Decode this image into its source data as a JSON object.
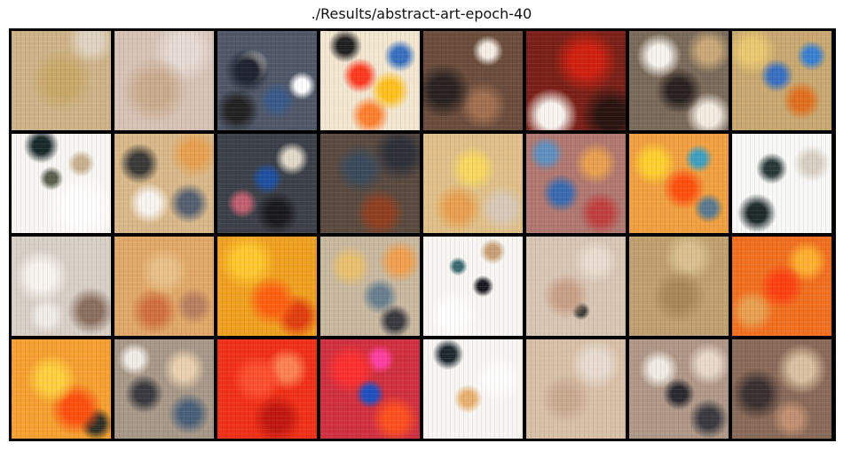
{
  "figure": {
    "title": "./Results/abstract-art-epoch-40"
  },
  "tiles": [
    {
      "base": "#cdb387",
      "blobs": [
        [
          "#c8a868",
          50,
          50,
          45
        ],
        [
          "#e0d2c0",
          80,
          10,
          20
        ]
      ]
    },
    {
      "base": "#d7c3b6",
      "blobs": [
        [
          "#c9ab8e",
          40,
          60,
          40
        ],
        [
          "#e6dbd4",
          70,
          20,
          30
        ]
      ]
    },
    {
      "base": "#505868",
      "blobs": [
        [
          "#1f2430",
          30,
          40,
          25
        ],
        [
          "#f5f1e8",
          35,
          35,
          18
        ],
        [
          "#ffffff",
          85,
          55,
          14
        ],
        [
          "#3a5a8a",
          60,
          70,
          20
        ],
        [
          "#222",
          20,
          80,
          20
        ]
      ]
    },
    {
      "base": "#f2e6d0",
      "blobs": [
        [
          "#ff3a20",
          40,
          45,
          22
        ],
        [
          "#ffc020",
          70,
          60,
          22
        ],
        [
          "#3a70c0",
          80,
          25,
          15
        ],
        [
          "#222",
          25,
          15,
          15
        ],
        [
          "#ff8030",
          50,
          85,
          20
        ]
      ]
    },
    {
      "base": "#6b4d3d",
      "blobs": [
        [
          "#f3ede4",
          65,
          20,
          15
        ],
        [
          "#2a2220",
          20,
          60,
          28
        ],
        [
          "#a07050",
          60,
          75,
          25
        ]
      ]
    },
    {
      "base": "#7a2018",
      "blobs": [
        [
          "#d02010",
          60,
          30,
          35
        ],
        [
          "#f8f3ee",
          25,
          85,
          24
        ],
        [
          "#2a1410",
          85,
          85,
          25
        ]
      ]
    },
    {
      "base": "#7a6a5a",
      "blobs": [
        [
          "#f6f2ed",
          30,
          25,
          22
        ],
        [
          "#2a2220",
          50,
          60,
          30
        ],
        [
          "#c9a878",
          80,
          20,
          20
        ],
        [
          "#f3ebe0",
          80,
          85,
          20
        ]
      ]
    },
    {
      "base": "#c8a870",
      "blobs": [
        [
          "#3a70c0",
          45,
          45,
          22
        ],
        [
          "#e07020",
          70,
          70,
          20
        ],
        [
          "#e8c870",
          20,
          20,
          22
        ],
        [
          "#3a80d0",
          80,
          25,
          14
        ]
      ]
    },
    {
      "base": "#f8f6f2",
      "blobs": [
        [
          "#1a2a2a",
          30,
          12,
          16
        ],
        [
          "#5a6050",
          40,
          45,
          15
        ],
        [
          "#c8b090",
          70,
          30,
          14
        ],
        [
          "#ffffff",
          70,
          75,
          35
        ]
      ]
    },
    {
      "base": "#d8b88a",
      "blobs": [
        [
          "#f8f4ef",
          35,
          70,
          22
        ],
        [
          "#3a3a38",
          25,
          30,
          20
        ],
        [
          "#e6a050",
          80,
          20,
          22
        ],
        [
          "#556070",
          75,
          70,
          20
        ]
      ]
    },
    {
      "base": "#3c4048",
      "blobs": [
        [
          "#2050a0",
          50,
          45,
          22
        ],
        [
          "#1a1a1e",
          60,
          80,
          22
        ],
        [
          "#c06070",
          25,
          70,
          15
        ],
        [
          "#e0d8c8",
          75,
          25,
          16
        ]
      ]
    },
    {
      "base": "#5a4a40",
      "blobs": [
        [
          "#3a4a5a",
          40,
          35,
          28
        ],
        [
          "#904020",
          60,
          80,
          25
        ],
        [
          "#2e3038",
          80,
          20,
          25
        ]
      ]
    },
    {
      "base": "#e0c088",
      "blobs": [
        [
          "#f8d860",
          50,
          35,
          28
        ],
        [
          "#e8a050",
          35,
          75,
          25
        ],
        [
          "#d8c8b8",
          80,
          75,
          22
        ]
      ]
    },
    {
      "base": "#b07870",
      "blobs": [
        [
          "#3a6ab0",
          35,
          60,
          22
        ],
        [
          "#e8a050",
          70,
          30,
          22
        ],
        [
          "#c04040",
          75,
          80,
          20
        ],
        [
          "#6090c0",
          20,
          20,
          16
        ]
      ]
    },
    {
      "base": "#f0a040",
      "blobs": [
        [
          "#ff5010",
          55,
          55,
          28
        ],
        [
          "#40a0c0",
          70,
          25,
          14
        ],
        [
          "#ffd030",
          25,
          30,
          22
        ],
        [
          "#5a7a90",
          80,
          75,
          14
        ]
      ]
    },
    {
      "base": "#f8f8f6",
      "blobs": [
        [
          "#2a3a38",
          40,
          35,
          18
        ],
        [
          "#1f2a2a",
          25,
          80,
          18
        ],
        [
          "#d8d0c4",
          80,
          30,
          18
        ]
      ]
    },
    {
      "base": "#d8cfc6",
      "blobs": [
        [
          "#f8f4f0",
          30,
          40,
          30
        ],
        [
          "#8a7060",
          80,
          75,
          22
        ],
        [
          "#f0ece8",
          35,
          80,
          18
        ]
      ]
    },
    {
      "base": "#e0a868",
      "blobs": [
        [
          "#e8c088",
          50,
          35,
          30
        ],
        [
          "#d07040",
          40,
          75,
          25
        ],
        [
          "#b88060",
          80,
          70,
          18
        ]
      ]
    },
    {
      "base": "#f0a020",
      "blobs": [
        [
          "#ff6010",
          55,
          65,
          30
        ],
        [
          "#ffc830",
          30,
          25,
          28
        ],
        [
          "#e04010",
          80,
          80,
          20
        ]
      ]
    },
    {
      "base": "#c8b8a0",
      "blobs": [
        [
          "#e8c070",
          30,
          30,
          22
        ],
        [
          "#6a8090",
          60,
          60,
          22
        ],
        [
          "#f0a050",
          80,
          25,
          20
        ],
        [
          "#3a3a40",
          75,
          85,
          15
        ]
      ]
    },
    {
      "base": "#f8f6f2",
      "blobs": [
        [
          "#1a1a20",
          60,
          50,
          14
        ],
        [
          "#3a6a70",
          35,
          30,
          10
        ],
        [
          "#c8a078",
          70,
          15,
          12
        ],
        [
          "#ffffff",
          30,
          80,
          24
        ]
      ]
    },
    {
      "base": "#d8c6b4",
      "blobs": [
        [
          "#c8a088",
          40,
          60,
          28
        ],
        [
          "#3a3a38",
          55,
          75,
          10
        ],
        [
          "#e8ddd0",
          70,
          25,
          22
        ]
      ]
    },
    {
      "base": "#c0a070",
      "blobs": [
        [
          "#a88858",
          50,
          60,
          35
        ],
        [
          "#d8c090",
          60,
          20,
          25
        ]
      ]
    },
    {
      "base": "#f07020",
      "blobs": [
        [
          "#ff4010",
          50,
          50,
          32
        ],
        [
          "#ffb030",
          75,
          25,
          20
        ],
        [
          "#e8a050",
          20,
          75,
          20
        ]
      ]
    },
    {
      "base": "#f5a030",
      "blobs": [
        [
          "#ffd040",
          40,
          40,
          30
        ],
        [
          "#ff5010",
          65,
          70,
          28
        ],
        [
          "#303028",
          85,
          85,
          14
        ]
      ]
    },
    {
      "base": "#a89888",
      "blobs": [
        [
          "#3a3a40",
          30,
          55,
          22
        ],
        [
          "#e8d0b0",
          70,
          30,
          22
        ],
        [
          "#4a6078",
          75,
          75,
          20
        ],
        [
          "#f0ece6",
          20,
          20,
          15
        ]
      ]
    },
    {
      "base": "#f03018",
      "blobs": [
        [
          "#ff5030",
          40,
          40,
          30
        ],
        [
          "#ff8050",
          70,
          30,
          22
        ],
        [
          "#c01810",
          60,
          80,
          25
        ]
      ]
    },
    {
      "base": "#d03040",
      "blobs": [
        [
          "#2050c0",
          50,
          55,
          20
        ],
        [
          "#ff3030",
          30,
          30,
          26
        ],
        [
          "#ff40a0",
          60,
          20,
          15
        ],
        [
          "#ff5020",
          75,
          80,
          22
        ]
      ]
    },
    {
      "base": "#f8f6f2",
      "blobs": [
        [
          "#1f2a30",
          25,
          15,
          14
        ],
        [
          "#e8b070",
          45,
          60,
          18
        ],
        [
          "#ffffff",
          75,
          40,
          24
        ]
      ]
    },
    {
      "base": "#d8c0a8",
      "blobs": [
        [
          "#c9aa90",
          40,
          60,
          30
        ],
        [
          "#e8dcd0",
          70,
          25,
          25
        ]
      ]
    },
    {
      "base": "#b09888",
      "blobs": [
        [
          "#2a2a30",
          50,
          55,
          22
        ],
        [
          "#f0ebe4",
          30,
          30,
          20
        ],
        [
          "#e8d8c8",
          80,
          25,
          20
        ],
        [
          "#3a3a40",
          80,
          80,
          18
        ]
      ]
    },
    {
      "base": "#8a6a58",
      "blobs": [
        [
          "#3a3030",
          25,
          55,
          28
        ],
        [
          "#d8c0a0",
          70,
          30,
          26
        ],
        [
          "#c09070",
          60,
          80,
          20
        ]
      ]
    }
  ]
}
